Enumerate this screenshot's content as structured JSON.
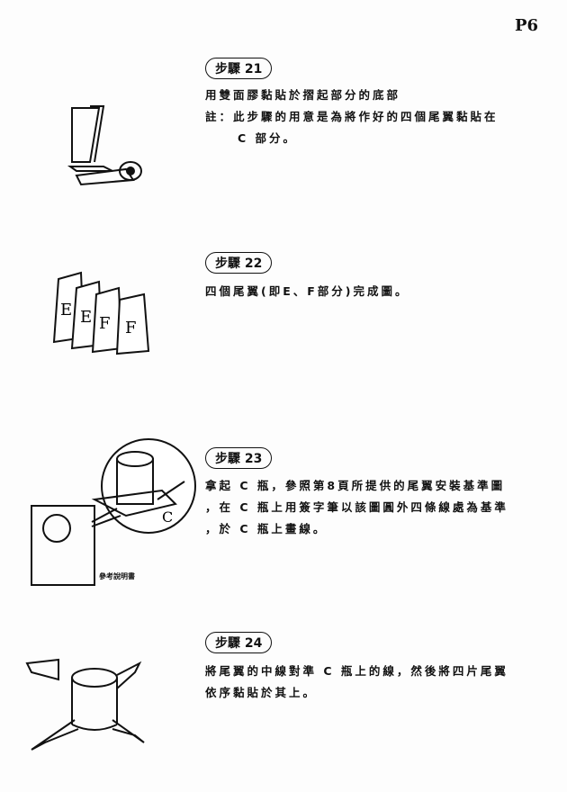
{
  "page_number": "P6",
  "steps": [
    {
      "label": "步驟 21",
      "lines": [
        "用雙面膠黏貼於摺起部分的底部",
        "註：此步驟的用意是為將作好的四個尾翼黏貼在",
        "C 部分。"
      ]
    },
    {
      "label": "步驟 22",
      "lines": [
        "四個尾翼(即E、F部分)完成圖。"
      ],
      "fin_letters": [
        "E",
        "E",
        "F",
        "F"
      ]
    },
    {
      "label": "步驟 23",
      "lines": [
        "拿起 C 瓶，參照第8頁所提供的尾翼安裝基準圖",
        "，在 C 瓶上用簽字筆以該圖圓外四條線處為基準",
        "，於 C 瓶上畫線。"
      ],
      "illustration_label": "參考說明書",
      "bottle_letter": "C"
    },
    {
      "label": "步驟 24",
      "lines": [
        "將尾翼的中線對準 C 瓶上的線，然後將四片尾翼",
        "依序黏貼於其上。"
      ]
    }
  ]
}
